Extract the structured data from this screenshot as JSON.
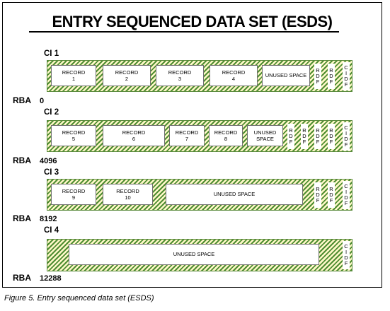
{
  "title": "ENTRY SEQUENCED DATA SET (ESDS)",
  "caption": "Figure 5.  Entry sequenced data set (ESDS)",
  "rba_word": "RBA",
  "control_intervals": [
    {
      "label": "CI 1",
      "rba": "0",
      "records": [
        {
          "line1": "RECORD",
          "line2": "1"
        },
        {
          "line1": "RECORD",
          "line2": "2"
        },
        {
          "line1": "RECORD",
          "line2": "3"
        },
        {
          "line1": "RECORD",
          "line2": "4"
        }
      ],
      "unused": "UNUSED SPACE",
      "rdf": [
        "R",
        "D",
        "F"
      ],
      "cidf": [
        "C",
        "I",
        "D",
        "F"
      ]
    },
    {
      "label": "CI 2",
      "rba": "4096",
      "records": [
        {
          "line1": "RECORD",
          "line2": "5"
        },
        {
          "line1": "RECORD",
          "line2": "6"
        },
        {
          "line1": "RECORD",
          "line2": "7"
        },
        {
          "line1": "RECORD",
          "line2": "8"
        }
      ],
      "unused_line1": "UNUSED",
      "unused_line2": "SPACE",
      "rdf": [
        "R",
        "D",
        "F"
      ],
      "cidf": [
        "C",
        "I",
        "D",
        "F"
      ]
    },
    {
      "label": "CI 3",
      "rba": "8192",
      "records": [
        {
          "line1": "RECORD",
          "line2": "9"
        },
        {
          "line1": "RECORD",
          "line2": "10"
        }
      ],
      "unused": "UNUSED SPACE",
      "rdf": [
        "R",
        "D",
        "F"
      ],
      "cidf": [
        "C",
        "I",
        "D",
        "F"
      ]
    },
    {
      "label": "CI 4",
      "rba": "12288",
      "unused": "UNUSED SPACE",
      "cidf": [
        "C",
        "I",
        "D",
        "F"
      ]
    }
  ]
}
